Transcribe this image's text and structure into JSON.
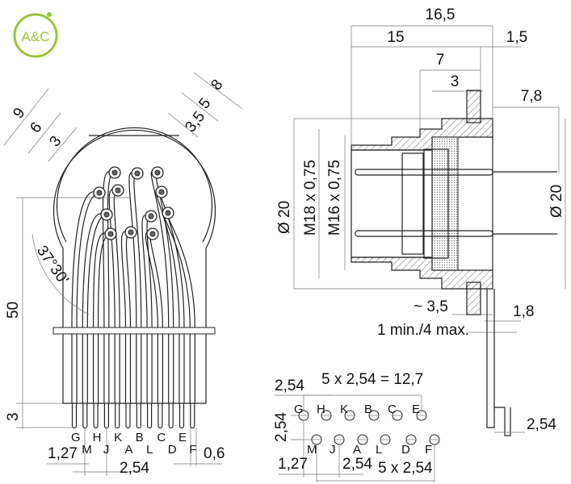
{
  "logo": {
    "text": "A&C",
    "color": "#9cc33b"
  },
  "front_view": {
    "angled_dims_left": [
      "9",
      "6",
      "3"
    ],
    "angled_dims_right": [
      "8",
      "5",
      "3,5"
    ],
    "angle": "37°30'",
    "height": "50",
    "pin_length": "3",
    "pin_labels_row1": [
      "G",
      "H",
      "K",
      "B",
      "C",
      "E"
    ],
    "pin_labels_row2": [
      "M",
      "J",
      "A",
      "L",
      "D",
      "F"
    ],
    "pitch_half": "1,27",
    "pitch": "2,54",
    "pin_width": "0,6"
  },
  "side_view": {
    "overall_length": "16,5",
    "body_length": "15",
    "flange": "1,5",
    "dim_7": "7",
    "dim_3": "3",
    "pin_protrusion": "7,8",
    "diameter_left": "Ø 20",
    "thread_outer": "M18 x 0,75",
    "thread_inner": "M16 x 0,75",
    "diameter_right": "Ø 20",
    "dim_3_5": "~ 3,5",
    "dim_1_8": "1,8",
    "panel_thickness": "1 min./4 max.",
    "bracket_pitch": "2,54"
  },
  "pcb_layout": {
    "row_pitch": "2,54",
    "total": "5 x 2,54 = 12,7",
    "row_spacing": "2,54",
    "offset": "1,27",
    "pitch_bottom": "2,54",
    "total_bottom": "5 x 2,54",
    "row1": [
      "G",
      "H",
      "K",
      "B",
      "C",
      "E"
    ],
    "row2": [
      "M",
      "J",
      "A",
      "L",
      "D",
      "F"
    ]
  }
}
